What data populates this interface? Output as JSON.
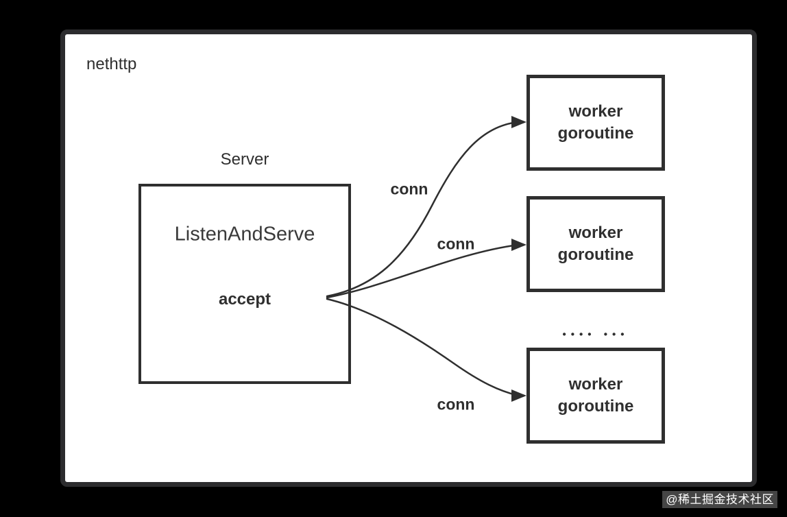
{
  "diagram": {
    "title": "nethttp",
    "server": {
      "label": "Server",
      "function": "ListenAndServe",
      "action": "accept"
    },
    "workers": [
      {
        "line1": "worker",
        "line2": "goroutine"
      },
      {
        "line1": "worker",
        "line2": "goroutine"
      },
      {
        "line1": "worker",
        "line2": "goroutine"
      }
    ],
    "connections": [
      {
        "label": "conn"
      },
      {
        "label": "conn"
      },
      {
        "label": "conn"
      }
    ],
    "ellipsis": "•••• •••",
    "colors": {
      "stroke": "#2f2f2f",
      "panel_background": "#ffffff",
      "frame_border": "#2c2c2e",
      "page_background": "#000000"
    }
  },
  "watermark": {
    "text": "@稀土掘金技术社区"
  }
}
